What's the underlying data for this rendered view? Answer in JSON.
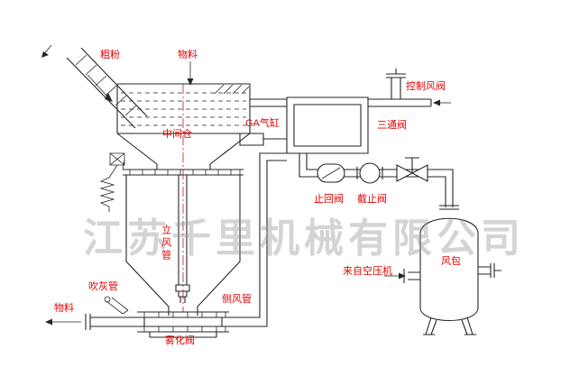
{
  "watermark": {
    "text": "江苏千里机械有限公司"
  },
  "labels": {
    "coarse_powder": "粗粉",
    "material_in": "物料",
    "intermediate_bin": "中间仓",
    "ga_cylinder": "GA气缸",
    "three_way_valve": "三通阀",
    "control_air_valve": "控制风阀",
    "check_valve": "止回阀",
    "globe_valve": "截止阀",
    "vertical_air_pipe": "立风管",
    "ash_blowing_pipe": "吹灰管",
    "material_out": "物料",
    "atomizing_valve": "雾化阀",
    "side_air_pipe": "侧风管",
    "from_air_compressor": "来自空压机",
    "air_receiver": "风包"
  },
  "colors": {
    "label": "#e10000",
    "line": "#262626",
    "centerline": "#d03030",
    "watermark": "#9a9a9a"
  }
}
